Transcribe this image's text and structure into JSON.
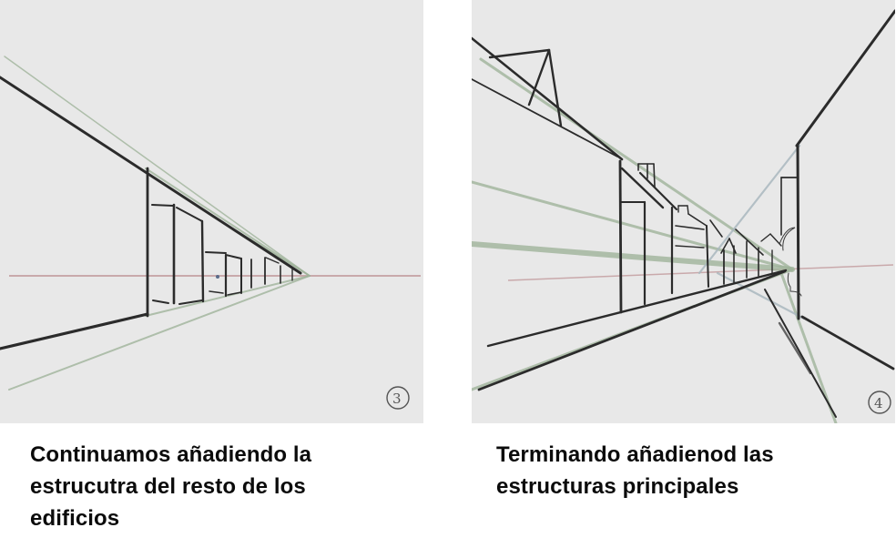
{
  "panels": [
    {
      "id": "left",
      "step_number": "3",
      "caption": "Continuamos añadiendo la estrucutra del resto de los edificios",
      "image_description": "One-point perspective pencil sketch of a row of buildings receding to a vanishing point on a horizon line"
    },
    {
      "id": "right",
      "step_number": "4",
      "caption": "Terminando añadienod las estructuras principales",
      "image_description": "One-point perspective pencil sketch of a street with buildings on both sides, roofs and chimneys, converging to a vanishing point"
    }
  ],
  "colors": {
    "panel_background": "#e8e8e8",
    "pencil": "#2b2b2b",
    "guide_green": "#9fb39a",
    "guide_blue": "#a9b7be",
    "horizon_line": "#c9a9ab",
    "caption_text": "#0b0b0b"
  }
}
